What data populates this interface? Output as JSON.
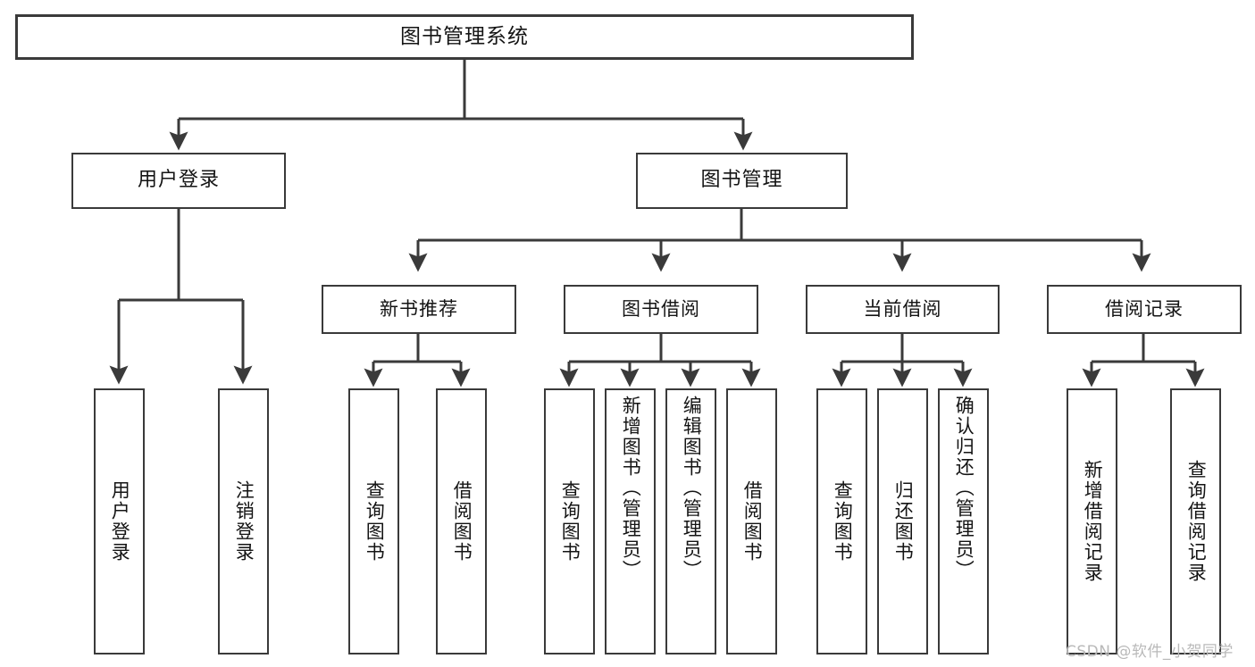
{
  "diagram": {
    "title": "图书管理系统",
    "watermark": "CSDN @软件_小贺同学",
    "colors": {
      "border": "#3a3a3a",
      "text": "#141414",
      "background": "#ffffff",
      "edge": "#3a3a3a",
      "watermark": "#b9b9b9"
    },
    "root": {
      "label": "图书管理系统"
    },
    "level2": [
      {
        "label": "用户登录"
      },
      {
        "label": "图书管理"
      }
    ],
    "level3": [
      {
        "label": "新书推荐"
      },
      {
        "label": "图书借阅"
      },
      {
        "label": "当前借阅"
      },
      {
        "label": "借阅记录"
      }
    ],
    "leaves": {
      "user_login": [
        {
          "label": "用户登录"
        },
        {
          "label": "注销登录"
        }
      ],
      "new_book_recommend": [
        {
          "label": "查询图书"
        },
        {
          "label": "借阅图书"
        }
      ],
      "book_borrow": [
        {
          "label": "查询图书"
        },
        {
          "label": "新增图书（管理员）"
        },
        {
          "label": "编辑图书（管理员）"
        },
        {
          "label": "借阅图书"
        }
      ],
      "current_borrow": [
        {
          "label": "查询图书"
        },
        {
          "label": "归还图书"
        },
        {
          "label": "确认归还（管理员）"
        }
      ],
      "borrow_record": [
        {
          "label": "新增借阅记录"
        },
        {
          "label": "查询借阅记录"
        }
      ]
    }
  }
}
